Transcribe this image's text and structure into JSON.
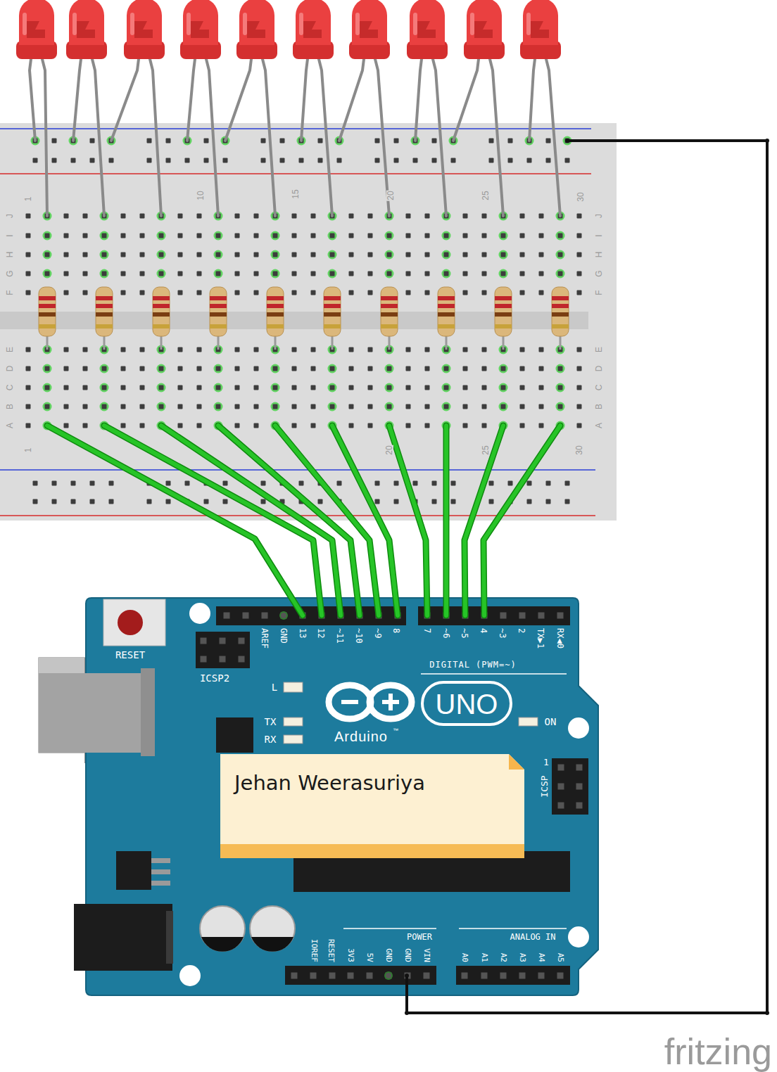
{
  "diagram": {
    "nodes": [
      {
        "text": [
          "Jehan Weerasuriya"
        ]
      }
    ],
    "labels": [
      "1",
      "10",
      "15",
      "20",
      "25",
      "30",
      "1",
      "20",
      "25",
      "30",
      "J",
      "I",
      "H",
      "G",
      "F",
      "J",
      "I",
      "H",
      "G",
      "F",
      "E",
      "D",
      "C",
      "B",
      "A",
      "E",
      "D",
      "C",
      "B",
      "A",
      "RESET",
      "ICSP2",
      "AREF",
      "GND",
      "13",
      "12",
      "~11",
      "~10",
      "~9",
      "8",
      "7",
      "~6",
      "~5",
      "4",
      "~3",
      "2",
      "TX▶1",
      "RX◀0",
      "DIGITAL (PWM=~)",
      "L",
      "TX",
      "RX",
      "UNO",
      "Arduino",
      "™",
      "ON",
      "1",
      "ICSP",
      "IOREF",
      "RESET",
      "3V3",
      "5V",
      "GND",
      "GND",
      "VIN",
      "POWER",
      "ANALOG IN",
      "A0",
      "A1",
      "A2",
      "A3",
      "A4",
      "A5",
      "fritzing"
    ]
  }
}
